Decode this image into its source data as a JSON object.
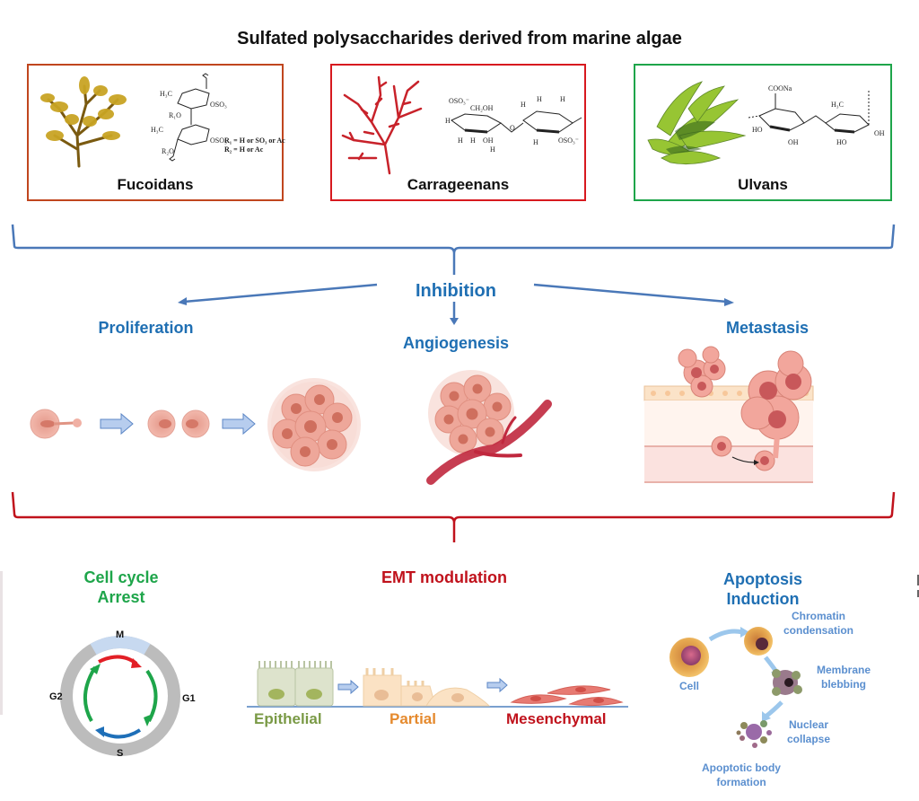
{
  "title": "Sulfated polysaccharides derived from marine algae",
  "sources": [
    {
      "name": "Fucoidans",
      "border_color": "#c0461e",
      "plant_color": "#b89520",
      "chem_notes": [
        "R₁ = H or SO₃ or Ac",
        "R₂ = H or Ac"
      ],
      "chem_groups": [
        "H₃C",
        "OSO₃",
        "R₁O",
        "H₃C",
        "OSO₃",
        "R₂O"
      ]
    },
    {
      "name": "Carrageenans",
      "border_color": "#d7191f",
      "plant_color": "#c8222a",
      "chem_groups": [
        "OSO₃⁻",
        "CH₂OH",
        "H",
        "H",
        "H",
        "OH",
        "H",
        "O",
        "H",
        "H",
        "H",
        "OSO₃⁻",
        "H"
      ]
    },
    {
      "name": "Ulvans",
      "border_color": "#1ea54a",
      "plant_color": "#7ba817",
      "chem_groups": [
        "COONa",
        "H₃C",
        "HO",
        "OH",
        "HO",
        "OH"
      ]
    }
  ],
  "bracket_top_color": "#4a78b8",
  "bracket_bottom_color": "#c0121c",
  "inhibition": {
    "label": "Inhibition",
    "targets": [
      "Proliferation",
      "Angiogenesis",
      "Metastasis"
    ]
  },
  "mechanisms": {
    "cell_cycle": {
      "title_line1": "Cell cycle",
      "title_line2": "Arrest",
      "phases": [
        "M",
        "G1",
        "S",
        "G2"
      ]
    },
    "emt": {
      "title": "EMT modulation",
      "stages": [
        {
          "label": "Epithelial",
          "color": "#7a9a46"
        },
        {
          "label": "Partial",
          "color": "#e58a2e"
        },
        {
          "label": "Mesenchymal",
          "color": "#c0121c"
        }
      ]
    },
    "apoptosis": {
      "title_line1": "Apoptosis",
      "title_line2": "Induction",
      "steps": {
        "cell": "Cell",
        "chromatin_1": "Chromatin",
        "chromatin_2": "condensation",
        "membrane_1": "Membrane",
        "membrane_2": "blebbing",
        "nuclear_1": "Nuclear",
        "nuclear_2": "collapse",
        "body_1": "Apoptotic body",
        "body_2": "formation"
      }
    }
  }
}
